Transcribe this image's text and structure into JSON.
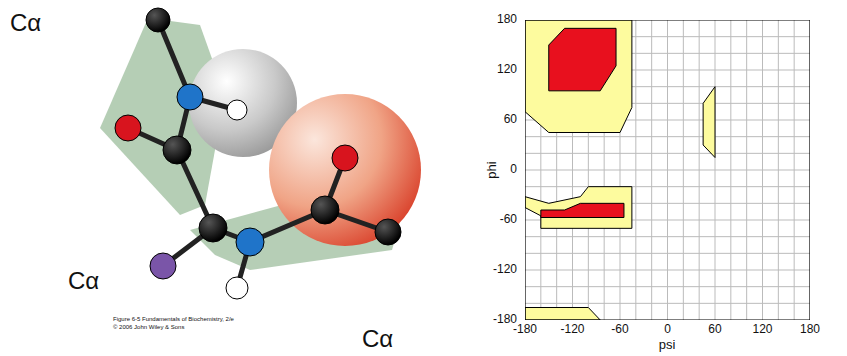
{
  "diagram": {
    "labels": [
      "Cα",
      "Cα",
      "Cα",
      "Figure 6-5 Fundamentals of Biochemistry, 2/e",
      "© 2006 John Wiley & Sons",
      "180",
      "120",
      "60",
      "0",
      "-60",
      "-120",
      "-180",
      "-180",
      "-120",
      "-60",
      "0",
      "60",
      "120",
      "180",
      "phi",
      "psi"
    ]
  }
}
